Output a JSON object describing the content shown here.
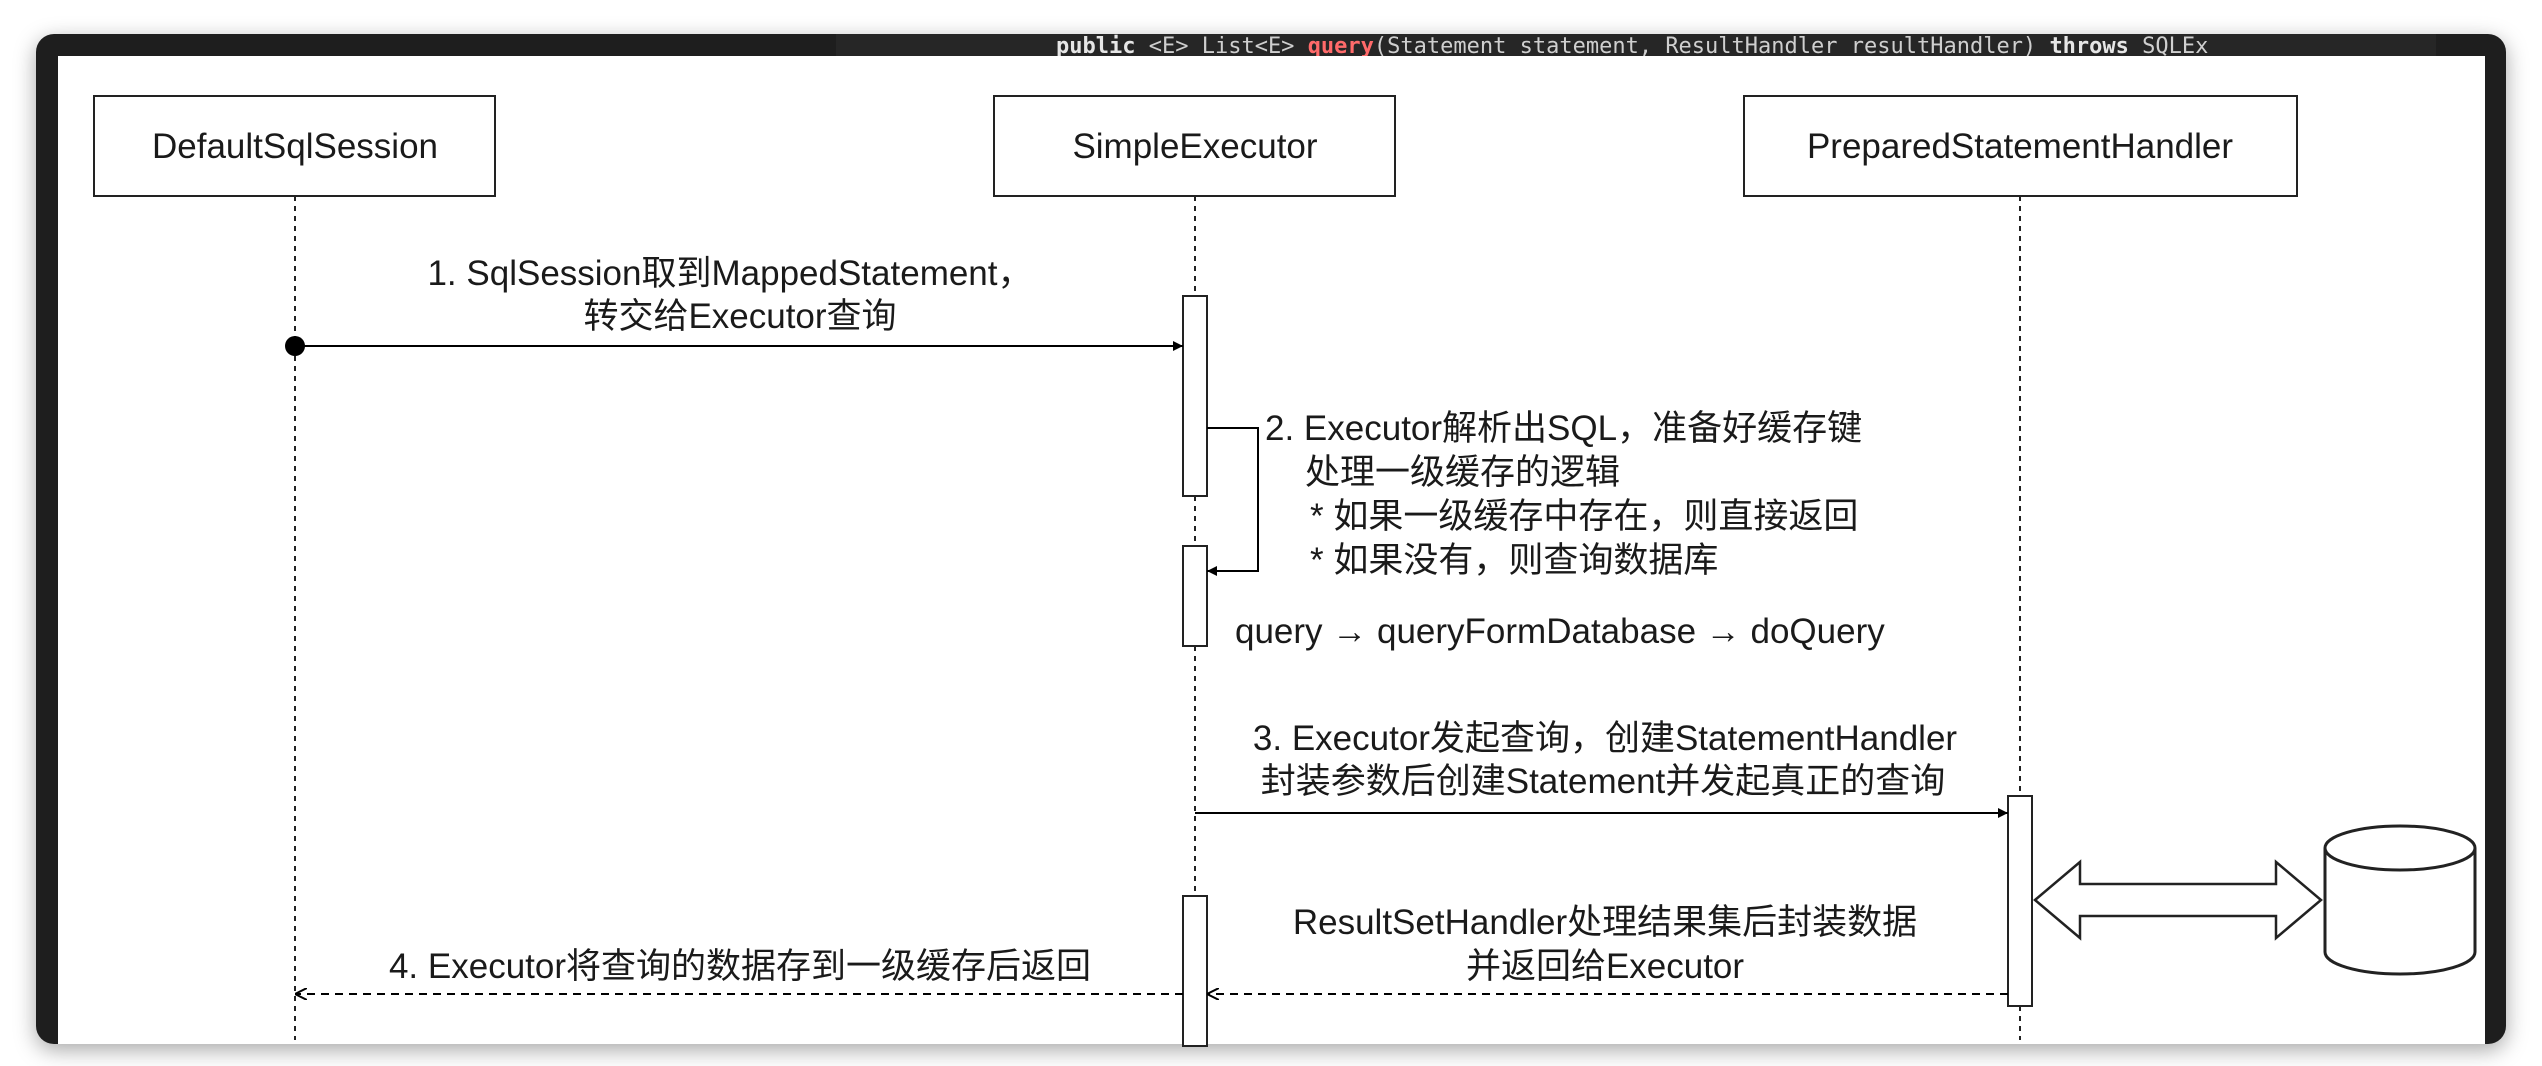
{
  "code_line": {
    "kw1": "public",
    "generic": "<E> List<E>",
    "method": "query",
    "params": "(Statement statement, ResultHandler resultHandler)",
    "kw2": "throws",
    "tail": "SQLEx"
  },
  "participants": {
    "session": "DefaultSqlSession",
    "executor": "SimpleExecutor",
    "handler": "PreparedStatementHandler"
  },
  "messages": {
    "m1_line1": "1. SqlSession取到MappedStatement，",
    "m1_line2": "转交给Executor查询",
    "m2_line1": "2. Executor解析出SQL，准备好缓存键",
    "m2_line2": "处理一级缓存的逻辑",
    "m2_line3": "* 如果一级缓存中存在，则直接返回",
    "m2_line4": "* 如果没有，则查询数据库",
    "m2_chain": "query → queryFormDatabase → doQuery",
    "m3_line1": "3. Executor发起查询，创建StatementHandler",
    "m3_line2": "封装参数后创建Statement并发起真正的查询",
    "m_result_line1": "ResultSetHandler处理结果集后封装数据",
    "m_result_line2": "并返回给Executor",
    "m4": "4. Executor将查询的数据存到一级缓存后返回"
  }
}
